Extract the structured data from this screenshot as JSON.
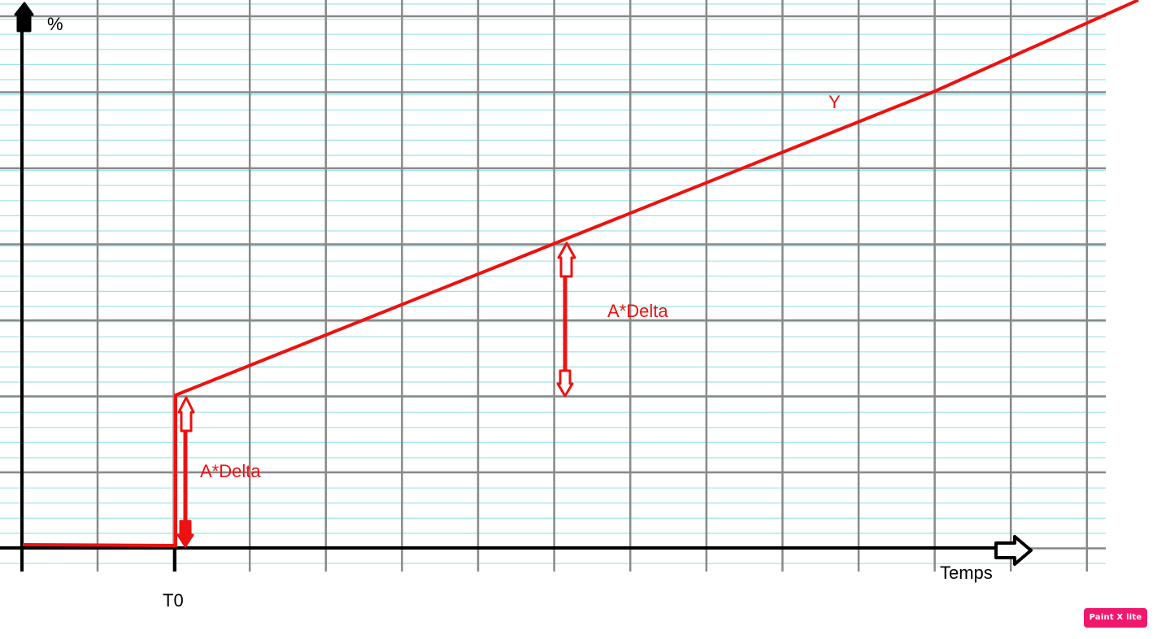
{
  "labels": {
    "y_axis": "%",
    "x_axis": "Temps",
    "t0": "T0",
    "curve": "Y",
    "jump_label": "A*Delta",
    "slope_label": "A*Delta"
  },
  "watermark": "Paint X lite",
  "colors": {
    "curve": "#ee1111",
    "axis": "#000000",
    "major_grid": "#888888",
    "minor_grid": "#9fe3e6",
    "watermark_bg": "#f0186d"
  }
}
